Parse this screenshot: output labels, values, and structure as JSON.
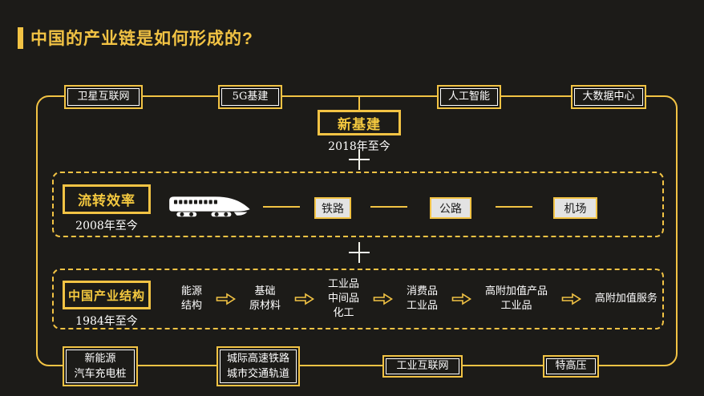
{
  "colors": {
    "background": "#1c1b18",
    "gold": "#F2C344",
    "gold_text": "#F5C93F",
    "white": "#FFFFFF",
    "transport_node_fill": "#E3E3E3"
  },
  "header": {
    "title": "中国的产业链是如何形成的?"
  },
  "frame": {
    "top_nodes": [
      {
        "label": "卫星互联网"
      },
      {
        "label": "5G基建"
      },
      {
        "label": "人工智能"
      },
      {
        "label": "大数据中心"
      }
    ],
    "bottom_nodes": [
      {
        "label": "新能源\n汽车充电桩"
      },
      {
        "label": "城际高速铁路\n城市交通轨道"
      },
      {
        "label": "工业互联网"
      },
      {
        "label": "特高压"
      }
    ]
  },
  "new_infra": {
    "label": "新基建",
    "period": "2018年至今"
  },
  "plus": "+",
  "flow": {
    "label": "流转效率",
    "period": "2008年至今",
    "icon": "high-speed-train-icon",
    "nodes": [
      {
        "label": "铁路"
      },
      {
        "label": "公路"
      },
      {
        "label": "机场"
      }
    ]
  },
  "structure": {
    "label": "中国产业结构",
    "period": "1984年至今",
    "arrow_icon": "hollow-right-arrow-icon",
    "chain": [
      {
        "label": "能源\n结构"
      },
      {
        "label": "基础\n原材料"
      },
      {
        "label": "工业品\n中间品\n化工"
      },
      {
        "label": "消费品\n工业品"
      },
      {
        "label": "高附加值产品\n工业品"
      },
      {
        "label": "高附加值服务"
      }
    ]
  }
}
